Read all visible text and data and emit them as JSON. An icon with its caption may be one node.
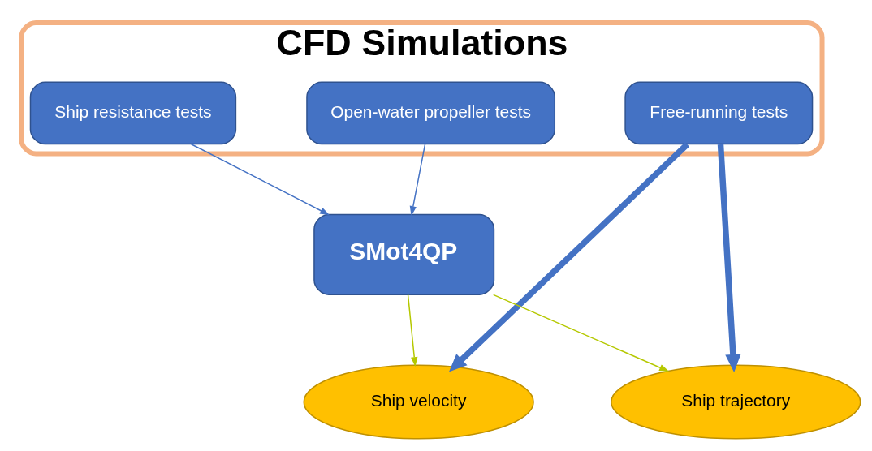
{
  "diagram": {
    "nodes": [
      {
        "text": [
          "CFD Simulations"
        ]
      },
      {
        "text": [
          "Ship resistance tests"
        ],
        "in": 0
      },
      {
        "text": [
          "Open-water propeller tests"
        ],
        "in": 0
      },
      {
        "text": [
          "Free-running tests"
        ],
        "in": 0
      },
      {
        "text": [
          "SMot4QP"
        ]
      },
      {
        "text": [
          "Ship velocity"
        ]
      },
      {
        "text": [
          "Ship trajectory"
        ]
      }
    ],
    "edges": [
      {
        "from": 1,
        "to": 4,
        "arrow": "to"
      },
      {
        "from": 2,
        "to": 4,
        "arrow": "to"
      },
      {
        "from": 4,
        "to": 5,
        "arrow": "to",
        "color": "#b5c800"
      },
      {
        "from": 4,
        "to": 6,
        "arrow": "to",
        "color": "#b5c800"
      },
      {
        "from": 3,
        "to": 5,
        "arrow": "to",
        "style": "thick"
      },
      {
        "from": 3,
        "to": 6,
        "arrow": "to",
        "style": "thick"
      }
    ]
  }
}
